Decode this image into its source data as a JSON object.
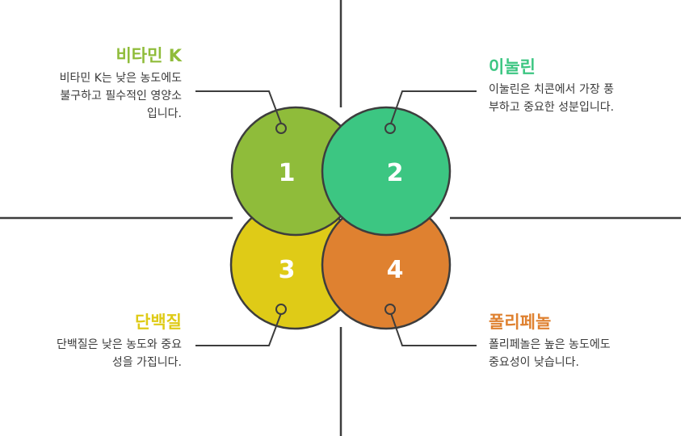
{
  "colors": {
    "item1": "#8fbc3a",
    "item2": "#3cc682",
    "item3": "#dfcb17",
    "item4": "#df8130",
    "outline": "#3d3d3d"
  },
  "items": [
    {
      "number": "1",
      "title": "비타민 K",
      "description_lines": [
        "비타민 K는 낮은 농도에도",
        "불구하고 필수적인 영양소",
        "입니다."
      ]
    },
    {
      "number": "2",
      "title": "이눌린",
      "description_lines": [
        "이눌린은 치콘에서 가장 풍",
        "부하고 중요한 성분입니다."
      ]
    },
    {
      "number": "3",
      "title": "단백질",
      "description_lines": [
        "단백질은 낮은 농도와 중요",
        "성을 가집니다."
      ]
    },
    {
      "number": "4",
      "title": "폴리페놀",
      "description_lines": [
        "폴리페놀은 높은 농도에도",
        "중요성이 낮습니다."
      ]
    }
  ]
}
